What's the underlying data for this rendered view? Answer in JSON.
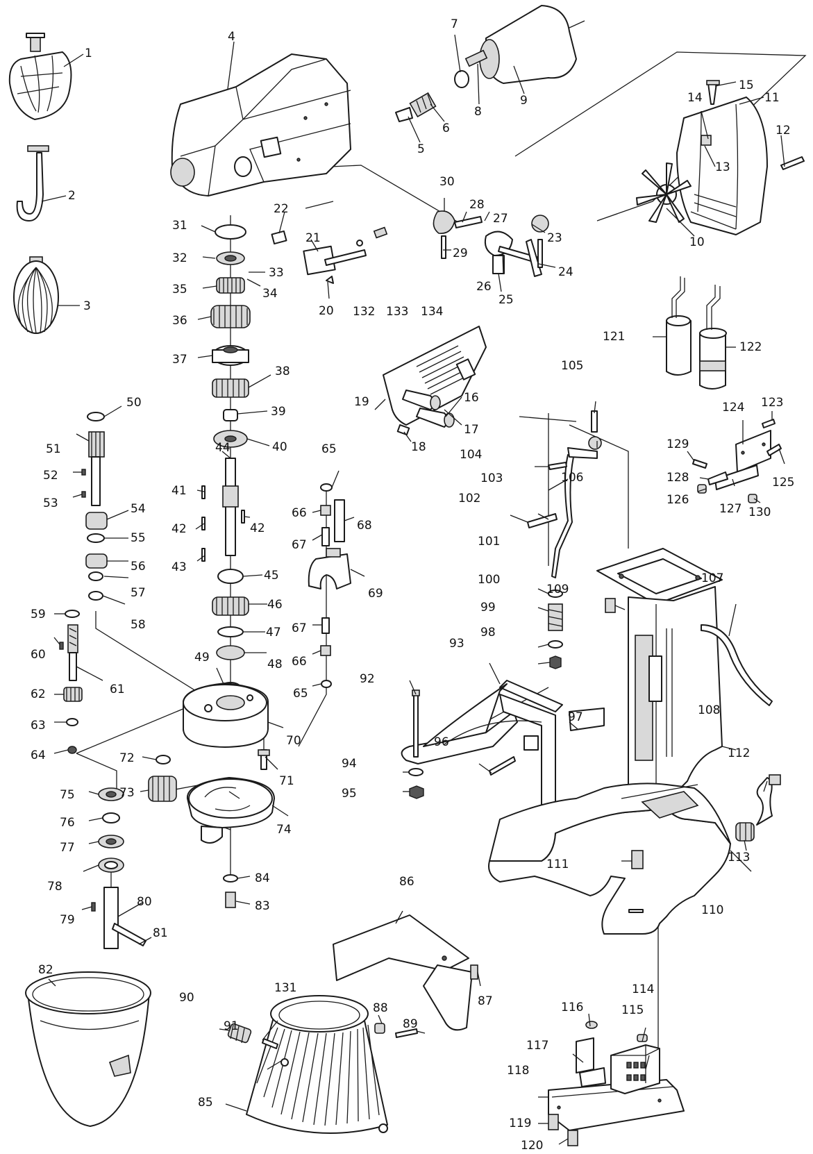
{
  "colors": {
    "line": "#1a1a1a",
    "background": "#ffffff",
    "shade": "#d9d9d9"
  },
  "callouts": [
    "1",
    "2",
    "3",
    "4",
    "5",
    "6",
    "7",
    "8",
    "9",
    "10",
    "11",
    "12",
    "13",
    "14",
    "15",
    "16",
    "17",
    "18",
    "19",
    "20",
    "21",
    "22",
    "23",
    "24",
    "25",
    "26",
    "27",
    "28",
    "29",
    "30",
    "31",
    "32",
    "33",
    "34",
    "35",
    "36",
    "37",
    "38",
    "39",
    "40",
    "41",
    "42",
    "42",
    "43",
    "44",
    "45",
    "46",
    "47",
    "48",
    "49",
    "50",
    "51",
    "52",
    "53",
    "54",
    "55",
    "56",
    "57",
    "58",
    "59",
    "60",
    "61",
    "62",
    "63",
    "64",
    "65",
    "65",
    "66",
    "66",
    "67",
    "67",
    "68",
    "69",
    "70",
    "71",
    "72",
    "73",
    "74",
    "75",
    "76",
    "77",
    "78",
    "79",
    "80",
    "81",
    "82",
    "83",
    "84",
    "85",
    "86",
    "87",
    "88",
    "89",
    "90",
    "91",
    "92",
    "93",
    "94",
    "95",
    "96",
    "97",
    "98",
    "99",
    "100",
    "101",
    "102",
    "103",
    "104",
    "105",
    "106",
    "107",
    "108",
    "109",
    "110",
    "111",
    "112",
    "113",
    "114",
    "115",
    "116",
    "117",
    "118",
    "119",
    "120",
    "121",
    "122",
    "123",
    "124",
    "125",
    "126",
    "127",
    "128",
    "129",
    "130",
    "131",
    "132",
    "133",
    "134"
  ]
}
